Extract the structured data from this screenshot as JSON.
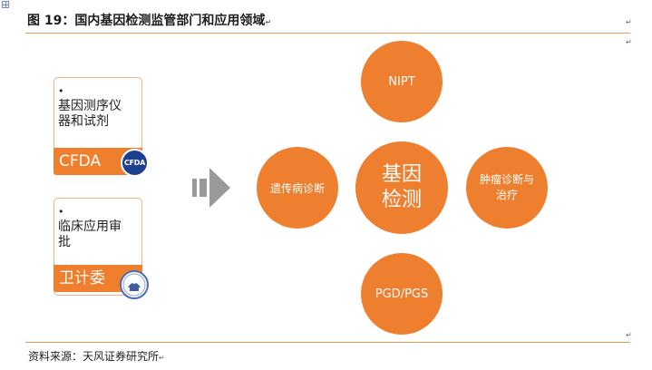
{
  "figure": {
    "title": "图 19：国内基因检测监管部门和应用领域",
    "para_mark": "↵"
  },
  "regulators": [
    {
      "text": "基因测序仪器和试剂",
      "agency": "CFDA",
      "logo_text": "CFDA"
    },
    {
      "text": "临床应用审批",
      "agency": "卫计委"
    }
  ],
  "bullet_char": "•",
  "hub": {
    "label": "基因检测"
  },
  "applications": {
    "top": "NIPT",
    "left": "遗传病诊断",
    "right": "肿瘤诊断与治疗",
    "bottom": "PGD/PGS"
  },
  "source": "资料来源：天风证券研究所",
  "colors": {
    "accent": "#ee7f2f",
    "rule": "#e59a5a",
    "arrow": "#9a9a9a",
    "cfda_blue": "#1f3f8f"
  },
  "icons": {
    "corner": "expand-handle-icon",
    "arrow": "chevron-arrow-right-icon",
    "cfda": "cfda-logo",
    "wjw": "health-commission-emblem"
  }
}
